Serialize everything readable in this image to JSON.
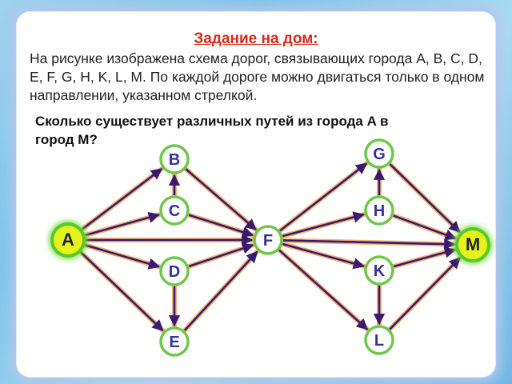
{
  "task": {
    "title": "Задание на дом:",
    "description": "На рисунке изображена схема дорог, связывающих города A, B, C, D, E, F, G, H, K, L, M. По каждой дороге можно двигаться только в одном направлении, указанном стрелкой.",
    "question": "Сколько существует различных путей из города A в город  M?"
  },
  "graph": {
    "nodes": [
      {
        "id": "A",
        "label": "A",
        "kind": "terminal"
      },
      {
        "id": "B",
        "label": "B",
        "kind": "regular"
      },
      {
        "id": "C",
        "label": "C",
        "kind": "regular"
      },
      {
        "id": "D",
        "label": "D",
        "kind": "regular"
      },
      {
        "id": "E",
        "label": "E",
        "kind": "regular"
      },
      {
        "id": "F",
        "label": "F",
        "kind": "regular"
      },
      {
        "id": "G",
        "label": "G",
        "kind": "regular"
      },
      {
        "id": "H",
        "label": "H",
        "kind": "regular"
      },
      {
        "id": "K",
        "label": "K",
        "kind": "regular"
      },
      {
        "id": "L",
        "label": "L",
        "kind": "regular"
      },
      {
        "id": "M",
        "label": "M",
        "kind": "terminal"
      }
    ],
    "edges": [
      [
        "A",
        "B"
      ],
      [
        "A",
        "C"
      ],
      [
        "A",
        "D"
      ],
      [
        "A",
        "E"
      ],
      [
        "A",
        "F"
      ],
      [
        "C",
        "B"
      ],
      [
        "D",
        "E"
      ],
      [
        "B",
        "F"
      ],
      [
        "C",
        "F"
      ],
      [
        "D",
        "F"
      ],
      [
        "E",
        "F"
      ],
      [
        "F",
        "G"
      ],
      [
        "F",
        "H"
      ],
      [
        "F",
        "K"
      ],
      [
        "F",
        "L"
      ],
      [
        "F",
        "M"
      ],
      [
        "H",
        "G"
      ],
      [
        "K",
        "L"
      ],
      [
        "G",
        "M"
      ],
      [
        "H",
        "M"
      ],
      [
        "K",
        "M"
      ],
      [
        "L",
        "M"
      ]
    ]
  },
  "colors": {
    "edge": "#3a1a6e",
    "edge_glow": "#f0a85a",
    "node_ring": "#6dc84a",
    "node_fill": "#ffffff",
    "terminal_fill": "#e6f31a",
    "terminal_ring": "#58c832",
    "title": "#d62a1e"
  }
}
